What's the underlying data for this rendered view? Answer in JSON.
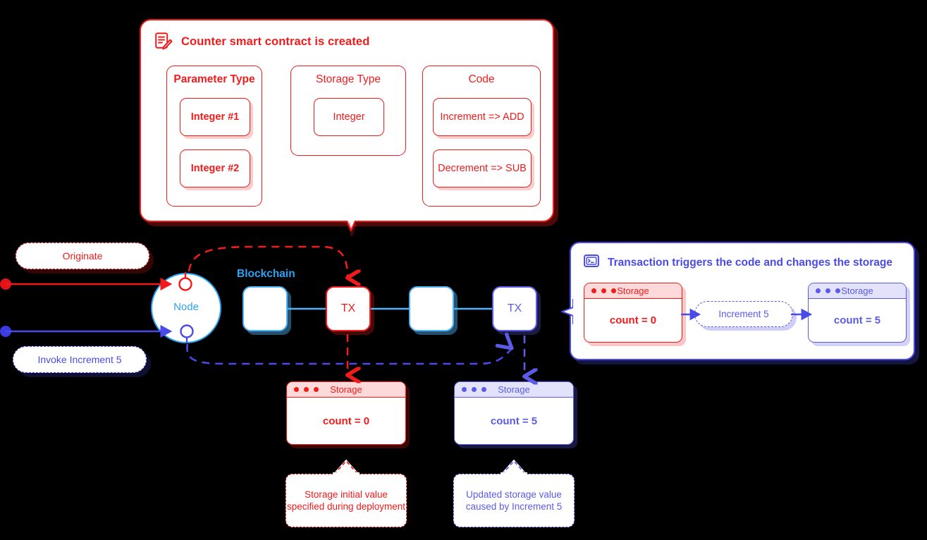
{
  "colors": {
    "background": "#000000",
    "red": "#f21b1b",
    "blue": "#4a4aea",
    "purple": "#5b5be8",
    "cyan": "#29a3f5",
    "light_blue": "#4fb3f8",
    "white": "#ffffff"
  },
  "contract_panel": {
    "icon": "document-pencil-icon",
    "title": "Counter smart contract is created",
    "groups": [
      {
        "title": "Parameter Type",
        "bold": true,
        "items": [
          "Integer #1",
          "Integer #2"
        ],
        "items_bold": true
      },
      {
        "title": "Storage Type",
        "bold": false,
        "items": [
          "Integer"
        ],
        "items_bold": false
      },
      {
        "title": "Code",
        "bold": false,
        "items": [
          "Increment => ADD",
          "Decrement => SUB"
        ],
        "items_bold": false
      }
    ]
  },
  "actions": {
    "originate": "Originate",
    "invoke": "Invoke Increment 5"
  },
  "node": {
    "label": "Node",
    "ports": [
      "originate-port",
      "invoke-port"
    ]
  },
  "blockchain": {
    "label": "Blockchain",
    "blocks": [
      {
        "label": "",
        "kind": "blue"
      },
      {
        "label": "TX",
        "kind": "red"
      },
      {
        "label": "",
        "kind": "blue"
      },
      {
        "label": "TX",
        "kind": "purple"
      }
    ]
  },
  "tx_panel": {
    "icon": "terminal-icon",
    "title": "Transaction triggers the code and changes the storage",
    "before": {
      "window_title": "Storage",
      "value": "count = 0",
      "kind": "red"
    },
    "operation": "Increment 5",
    "after": {
      "window_title": "Storage",
      "value": "count = 5",
      "kind": "purple"
    }
  },
  "storages": [
    {
      "window_title": "Storage",
      "value": "count = 0",
      "kind": "red"
    },
    {
      "window_title": "Storage",
      "value": "count = 5",
      "kind": "purple"
    }
  ],
  "captions": {
    "red": "Storage initial value specified during deployment",
    "blue": "Updated storage value caused by Increment 5"
  }
}
